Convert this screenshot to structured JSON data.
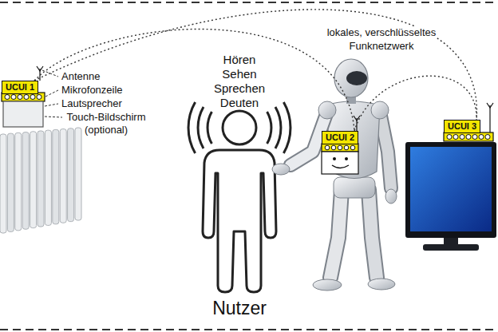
{
  "diagram": {
    "nodes": [
      {
        "text": [
          "UCUI 1"
        ]
      },
      {
        "text": [
          "UCUI 2"
        ]
      },
      {
        "text": [
          "UCUI 3"
        ]
      }
    ],
    "edges": [
      {
        "from": 0,
        "to": 1,
        "arrow": "none"
      },
      {
        "from": 0,
        "to": 2,
        "arrow": "none"
      },
      {
        "from": 1,
        "to": 2,
        "arrow": "none"
      }
    ],
    "labels": [
      "Antenne",
      "Mikrofonzeile",
      "Lautsprecher",
      "Touch-Bildschirm (optional)",
      "Hören",
      "Sehen",
      "Sprechen",
      "Deuten",
      "lokales, verschlüsseltes Funknetzwerk",
      "Nutzer"
    ]
  }
}
